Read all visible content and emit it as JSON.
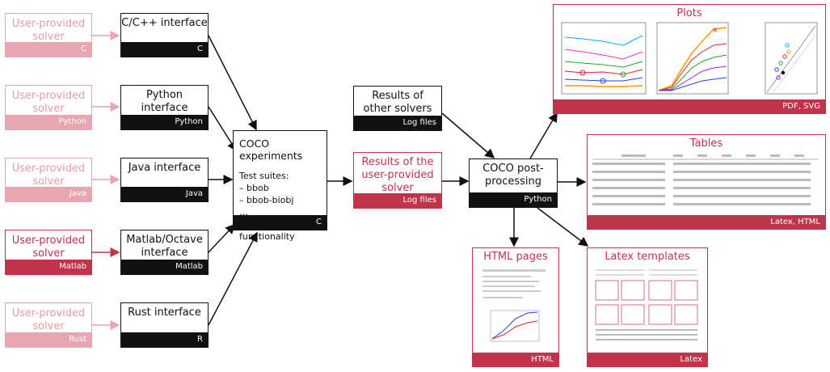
{
  "solvers": [
    {
      "label": "User-provided solver",
      "lang": "C"
    },
    {
      "label": "User-provided solver",
      "lang": "Python"
    },
    {
      "label": "User-provided solver",
      "lang": "Java"
    },
    {
      "label": "User-provided solver",
      "lang": "Matlab"
    },
    {
      "label": "User-provided solver",
      "lang": "Rust"
    }
  ],
  "interfaces": [
    {
      "label": "C/C++ interface",
      "lang": "C"
    },
    {
      "label": "Python interface",
      "lang": "Python"
    },
    {
      "label": "Java interface",
      "lang": "Java"
    },
    {
      "label": "Matlab/Octave interface",
      "lang": "Matlab"
    },
    {
      "label": "Rust interface",
      "lang": "R"
    }
  ],
  "experiments": {
    "title": "COCO experiments",
    "suites_label": "Test suites:",
    "suites": [
      "– bbob",
      "– bbob-biobj",
      "…"
    ],
    "logging": "Logging functionality",
    "lang": "C"
  },
  "other_results": {
    "label": "Results of other solvers",
    "foot": "Log files"
  },
  "user_results": {
    "label": "Results of the user-provided solver",
    "foot": "Log files"
  },
  "postprocessing": {
    "label": "COCO post-processing",
    "lang": "Python"
  },
  "outputs": {
    "plots": {
      "title": "Plots",
      "foot": "PDF, SVG"
    },
    "tables": {
      "title": "Tables",
      "foot": "Latex, HTML"
    },
    "html": {
      "title": "HTML pages",
      "foot": "HTML"
    },
    "latex": {
      "title": "Latex templates",
      "foot": "Latex"
    }
  },
  "colors": {
    "accent": "#c0334a",
    "accent_light": "#e8a6b1",
    "dark": "#111111"
  }
}
